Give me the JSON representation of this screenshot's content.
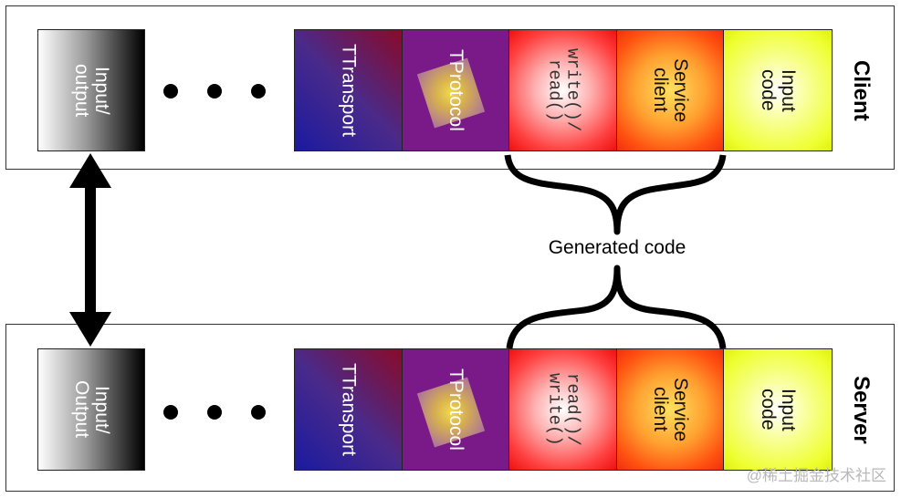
{
  "client": {
    "io_label": "Input/\noutput",
    "transport": "TTransport",
    "protocol": "TProtocol",
    "rw": "write()/\nread()",
    "service": "Service\nclient",
    "input": "Input\ncode",
    "label": "Client"
  },
  "server": {
    "io_label": "Input/\nOutput",
    "transport": "TTransport",
    "protocol": "TProtocol",
    "rw": "read()/\nwrite()",
    "service": "Service\nclient",
    "input": "Input\ncode",
    "label": "Server"
  },
  "generated_code": "Generated code",
  "watermark": "@稀土掘金技术社区",
  "colors": {
    "protocol": "#7a1a88",
    "rw": "#ee1010",
    "service": "#ff5010",
    "input": "#eeff30"
  }
}
